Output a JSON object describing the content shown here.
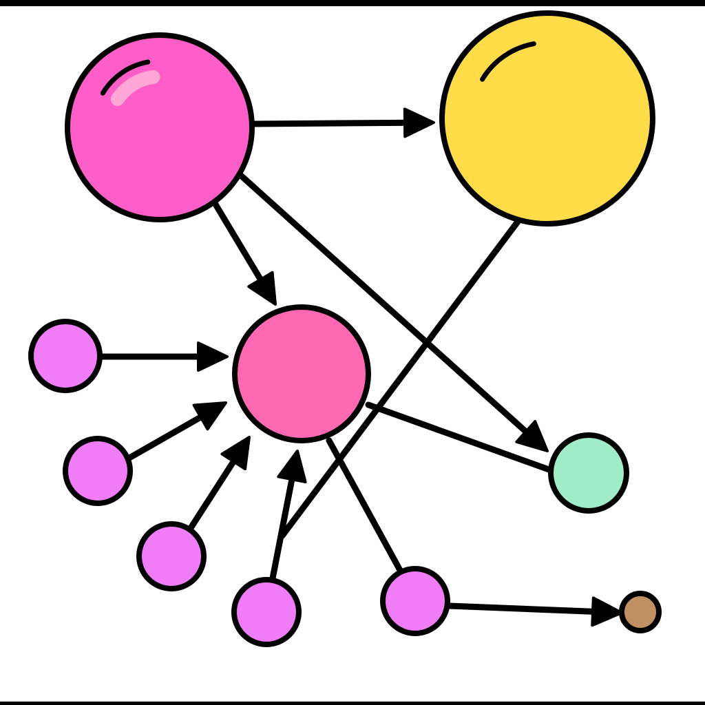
{
  "diagram": {
    "stroke_color": "#000000",
    "background": "#ffffff",
    "nodes": [
      {
        "id": "A",
        "color": "#ff5ec8",
        "highlight": true,
        "highlight_color": "#ffa8d8"
      },
      {
        "id": "B",
        "color": "#ffdc48",
        "highlight": true
      },
      {
        "id": "C",
        "color": "#ff69b4",
        "highlight": false
      },
      {
        "id": "D1",
        "color": "#f07cf8",
        "highlight": false
      },
      {
        "id": "D2",
        "color": "#f07cf8",
        "highlight": false
      },
      {
        "id": "D3",
        "color": "#f07cf8",
        "highlight": false
      },
      {
        "id": "D4",
        "color": "#f07cf8",
        "highlight": false
      },
      {
        "id": "D5",
        "color": "#f07cf8",
        "highlight": false
      },
      {
        "id": "E",
        "color": "#a0ecc8",
        "highlight": false
      },
      {
        "id": "F",
        "color": "#c09060",
        "highlight": false
      }
    ],
    "edges": [
      {
        "from": "A",
        "to": "B",
        "directed": true
      },
      {
        "from": "A",
        "to": "C",
        "directed": true
      },
      {
        "from": "A",
        "to": "E",
        "directed": true
      },
      {
        "from": "B",
        "to": "D4",
        "directed": false
      },
      {
        "from": "D1",
        "to": "C",
        "directed": true
      },
      {
        "from": "D2",
        "to": "C",
        "directed": true
      },
      {
        "from": "D3",
        "to": "C",
        "directed": true
      },
      {
        "from": "D4",
        "to": "C",
        "directed": true
      },
      {
        "from": "C",
        "to": "E",
        "directed": false
      },
      {
        "from": "C",
        "to": "D5",
        "directed": false
      },
      {
        "from": "D5",
        "to": "F",
        "directed": true
      }
    ]
  }
}
